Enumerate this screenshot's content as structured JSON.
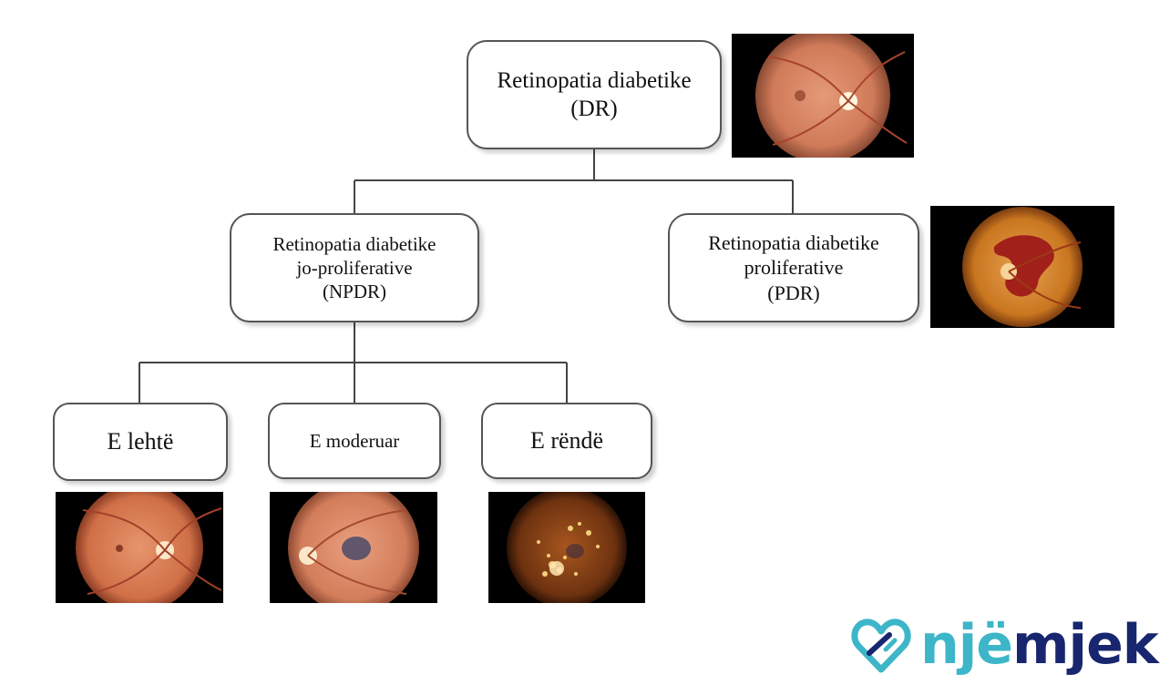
{
  "nodes": {
    "dr": {
      "line1": "Retinopatia diabetike",
      "line2": "(DR)"
    },
    "npdr": {
      "line1": "Retinopatia diabetike",
      "line2": "jo-proliferative",
      "line3": "(NPDR)"
    },
    "pdr": {
      "line1": "Retinopatia diabetike",
      "line2": "proliferative",
      "line3": "(PDR)"
    },
    "mild": {
      "label": "E lehtë"
    },
    "moderate": {
      "label": "E moderuar"
    },
    "severe": {
      "label": "E rëndë"
    }
  },
  "logo": {
    "text_part1": "një",
    "text_part2": "mjek",
    "color_primary": "#3cb6c8",
    "color_secondary": "#17266e"
  },
  "colors": {
    "connector": "#444444",
    "border": "#555555"
  }
}
